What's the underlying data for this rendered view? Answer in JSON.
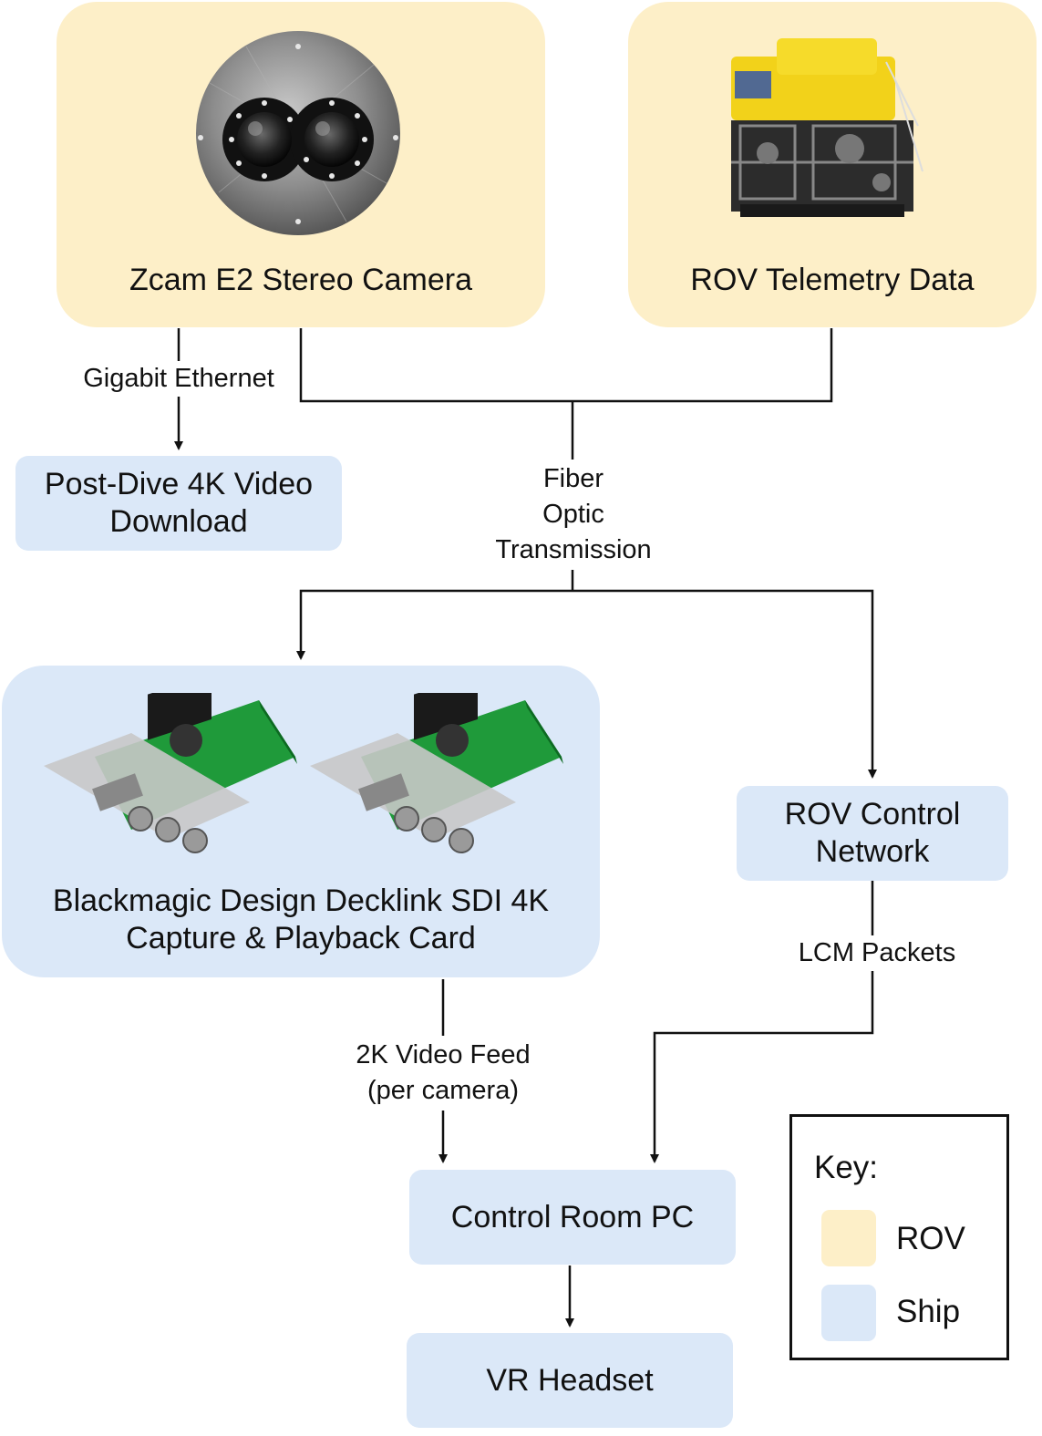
{
  "nodes": {
    "zcam": "Zcam E2 Stereo Camera",
    "rov_telemetry": "ROV Telemetry Data",
    "post_dive": "Post-Dive 4K Video Download",
    "decklink": "Blackmagic Design Decklink SDI 4K Capture & Playback Card",
    "rov_control": "ROV Control Network",
    "control_pc": "Control Room PC",
    "vr_headset": "VR Headset"
  },
  "edges": {
    "gigabit": "Gigabit Ethernet",
    "fiber_1": "Fiber",
    "fiber_2": "Optic",
    "fiber_3": "Transmission",
    "lcm": "LCM Packets",
    "video_feed_1": "2K Video Feed",
    "video_feed_2": "(per camera)"
  },
  "legend": {
    "title": "Key:",
    "rov": "ROV",
    "ship": "Ship"
  },
  "colors": {
    "rov": "#fdefc8",
    "ship": "#dbe8f8"
  }
}
